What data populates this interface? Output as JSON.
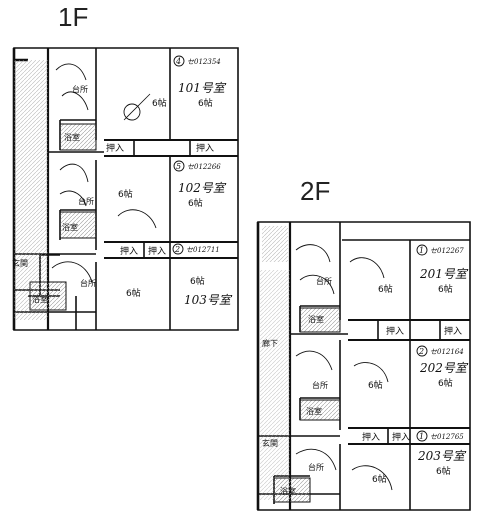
{
  "floors": [
    {
      "label": "1F",
      "rooms": [
        {
          "name": "101号室",
          "size": "6帖",
          "tag": "セ012354",
          "tag_num": "4",
          "kitchen": "台所",
          "bath": "浴室",
          "closets": [
            "押入",
            "押入"
          ]
        },
        {
          "name": "102号室",
          "size": "6帖",
          "tag": "セ012266",
          "tag_num": "5",
          "kitchen": "台所",
          "bath": "浴室",
          "closets": [
            "押入",
            "押入"
          ]
        },
        {
          "name": "103号室",
          "size": "6帖",
          "tag": "セ012711",
          "tag_num": "2",
          "kitchen": "台所",
          "bath": "浴室",
          "entrance": "玄関"
        }
      ],
      "mid_size": "6帖"
    },
    {
      "label": "2F",
      "rooms": [
        {
          "name": "201号室",
          "size": "6帖",
          "tag": "セ012267",
          "tag_num": "1",
          "kitchen": "台所",
          "bath": "浴室",
          "closets": [
            "押入",
            "押入"
          ]
        },
        {
          "name": "202号室",
          "size": "6帖",
          "tag": "セ012164",
          "tag_num": "2",
          "kitchen": "台所",
          "bath": "浴室",
          "closets": [
            "押入",
            "押入"
          ],
          "hallway": "廊下"
        },
        {
          "name": "203号室",
          "size": "6帖",
          "tag": "セ012765",
          "tag_num": "1",
          "kitchen": "台所",
          "bath": "浴室",
          "entrance": "玄関"
        }
      ],
      "mid_size": "6帖"
    }
  ]
}
